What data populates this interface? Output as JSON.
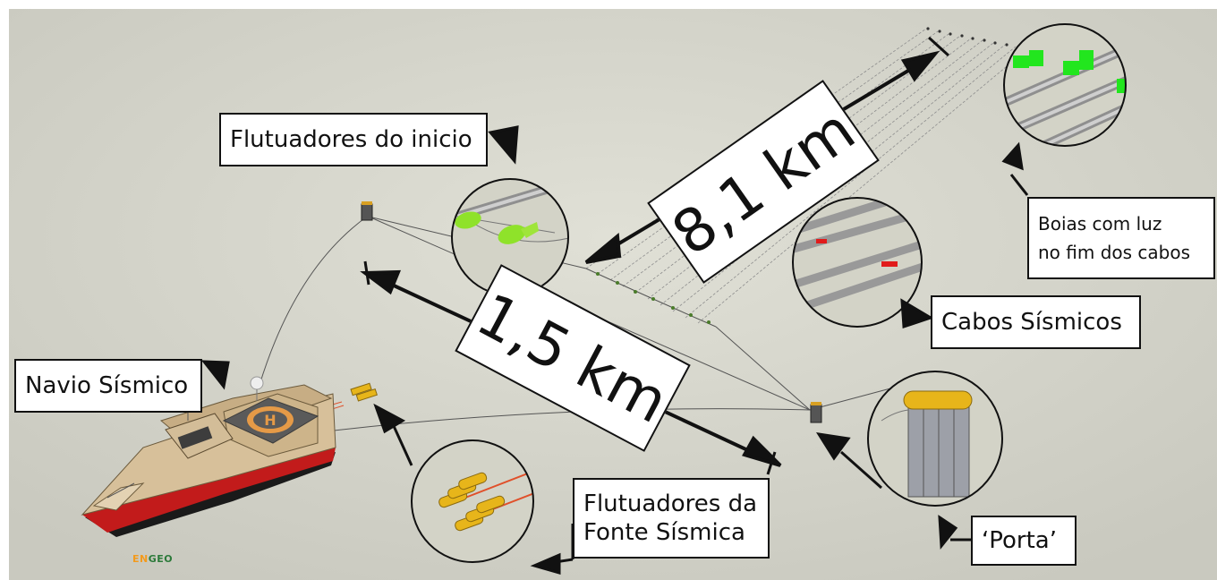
{
  "labels": {
    "flutuadores_inicio": "Flutuadores do inicio",
    "navio": "Navio Sísmico",
    "fonte_line1": "Flutuadores da",
    "fonte_line2": "Fonte Sísmica",
    "boias_line1": "Boias com luz",
    "boias_line2": "no fim dos cabos",
    "cabos": "Cabos Sísmicos",
    "porta": "‘Porta’"
  },
  "distances": {
    "long": "8,1 km",
    "short": "1,5 km"
  },
  "logo": {
    "name_a": "EN",
    "name_b": "GEO"
  },
  "colors": {
    "sea": "#d9d9d0",
    "hull_red": "#c21b1b",
    "deck": "#d7c09a",
    "float_green": "#8fe22a",
    "buoy_green": "#22e61e",
    "red_marker": "#e11b1b",
    "source_yellow": "#e7b51a"
  }
}
